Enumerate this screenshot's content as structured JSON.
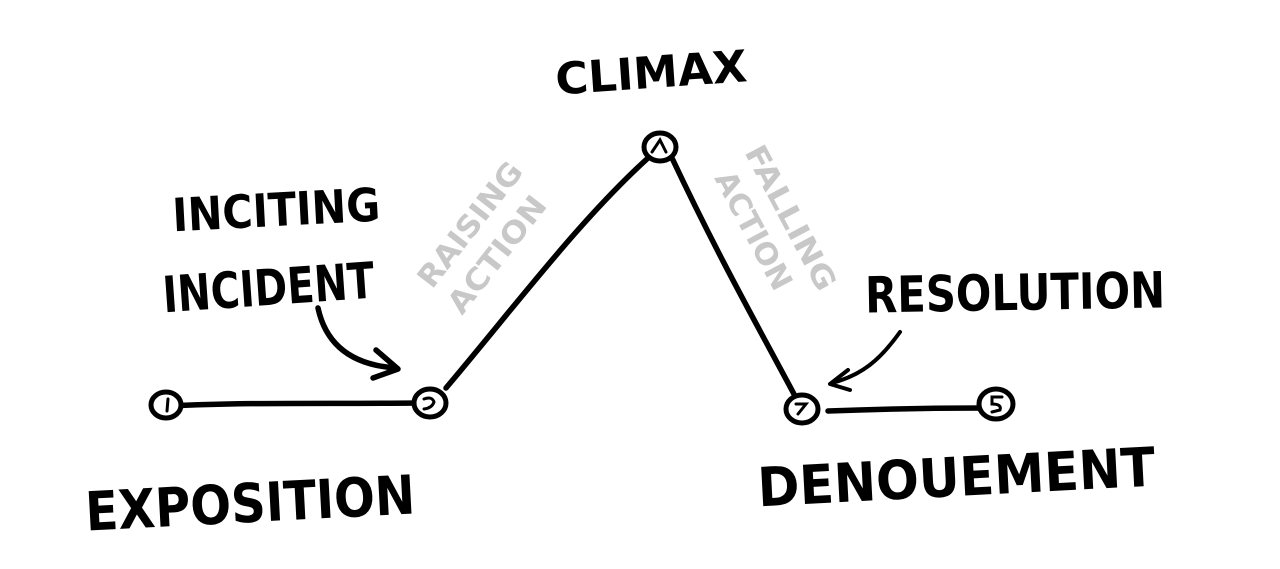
{
  "labels": {
    "climax": "CLIMAX",
    "inciting_line1": "INCITING",
    "inciting_line2": "INCIDENT",
    "raising_line1": "RAISING",
    "raising_line2": "ACTION",
    "falling_line1": "FALLING",
    "falling_line2": "ACTION",
    "resolution": "RESOLUTION",
    "exposition": "EXPOSITION",
    "denouement": "DENOUEMENT"
  },
  "colors": {
    "ink": "#000000",
    "faint": "#c8c8c8",
    "background": "#ffffff"
  }
}
